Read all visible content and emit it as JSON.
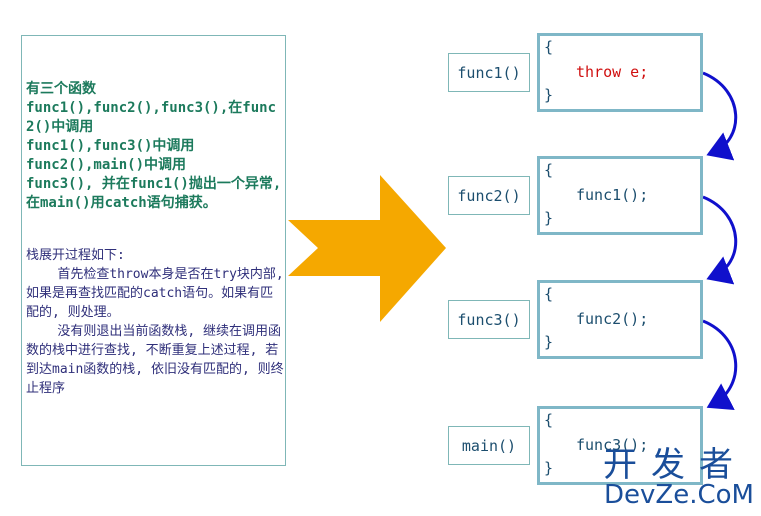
{
  "panel": {
    "intro": "有三个函数\nfunc1(),func2(),func3(),在func2()中调用\nfunc1(),func3()中调用\nfunc2(),main()中调用\nfunc3(), 并在func1()抛出一个异常, 在main()用catch语句捕获。",
    "process": "栈展开过程如下:\n    首先检查throw本身是否在try块内部, 如果是再查找匹配的catch语句。如果有匹配的, 则处理。\n    没有则退出当前函数栈, 继续在调用函数的栈中进行查找, 不断重复上述过程, 若到达main函数的栈, 依旧没有匹配的, 则终止程序"
  },
  "functions": [
    {
      "name": "func1()",
      "open_brace": "{",
      "statement": "throw e;",
      "close_brace": "}"
    },
    {
      "name": "func2()",
      "open_brace": "{",
      "statement": "func1();",
      "close_brace": "}"
    },
    {
      "name": "func3()",
      "open_brace": "{",
      "statement": "func2();",
      "close_brace": "}"
    },
    {
      "name": "main()",
      "open_brace": "{",
      "statement": "func3();",
      "close_brace": "}"
    }
  ],
  "watermark": {
    "cn": "开发者",
    "en": "DevZe.CoM"
  },
  "colors": {
    "throw": "#d01010",
    "code": "#1c4e6e",
    "big_arrow": "#f5a800",
    "curve_arrows": "#1010cc",
    "box_border": "#7fb7c7",
    "watermark": "#1a4e9a"
  }
}
